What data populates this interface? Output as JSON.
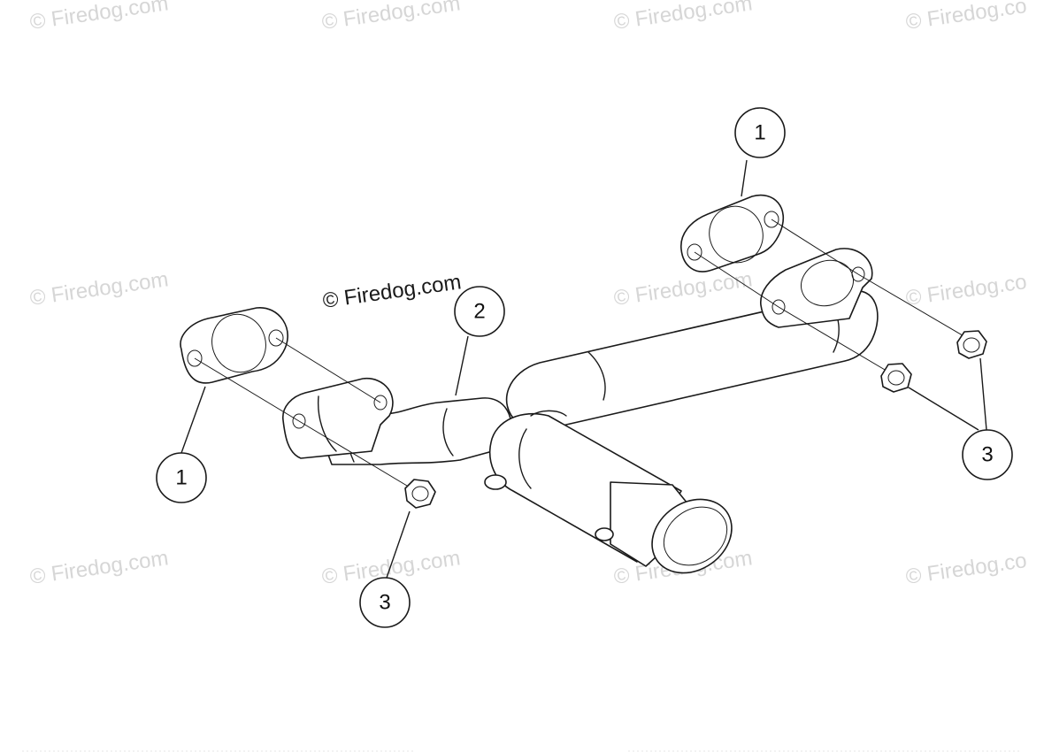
{
  "watermark": "© Firedog.com",
  "watermark_short": "© Firedog.co",
  "watermark_main": "© Firedog.com",
  "callouts": [
    {
      "label": "1",
      "part": "gasket"
    },
    {
      "label": "1",
      "part": "gasket"
    },
    {
      "label": "2",
      "part": "exhaust pipe"
    },
    {
      "label": "3",
      "part": "nut"
    },
    {
      "label": "3",
      "part": "nut"
    }
  ]
}
